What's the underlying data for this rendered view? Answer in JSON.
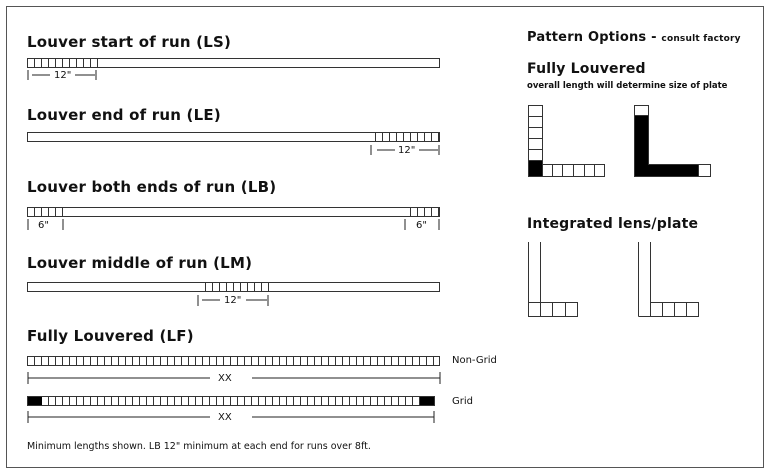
{
  "sections": {
    "ls": {
      "title": "Louver start of run (LS)",
      "dim": "12\""
    },
    "le": {
      "title": "Louver end of run (LE)",
      "dim": "12\""
    },
    "lb": {
      "title": "Louver both ends of run (LB)",
      "dim_left": "6\"",
      "dim_right": "6\""
    },
    "lm": {
      "title": "Louver middle of run (LM)",
      "dim": "12\""
    },
    "lf": {
      "title": "Fully Louvered (LF)",
      "dim_nongrid": "XX",
      "label_nongrid": "Non-Grid",
      "dim_grid": "XX",
      "label_grid": "Grid"
    }
  },
  "footnote": "Minimum lengths shown. LB 12\" minimum at each end for runs over 8ft.",
  "pattern_options": {
    "title": "Pattern Options -",
    "subtitle": "consult factory",
    "fully_louvered": {
      "title": "Fully Louvered",
      "note": "overall length will determine size of plate"
    },
    "integrated": {
      "title": "Integrated lens/plate"
    }
  }
}
